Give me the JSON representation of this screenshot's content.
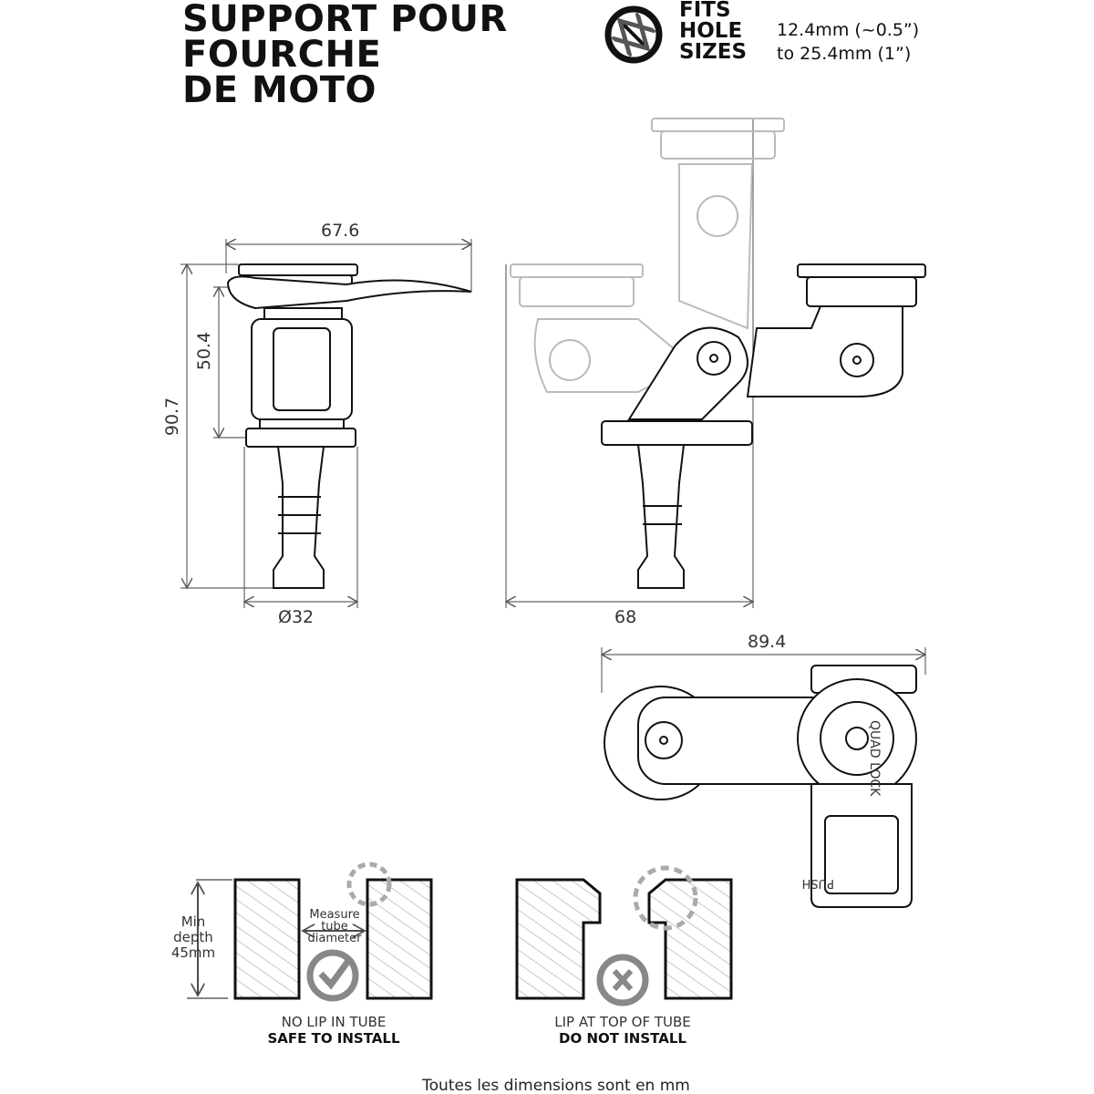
{
  "title": {
    "line1": "SUPPORT POUR",
    "line2": "FOURCHE",
    "line3": "DE MOTO"
  },
  "fits": {
    "line1": "FITS",
    "line2": "HOLE",
    "line3": "SIZES",
    "range1": "12.4mm (~0.5”)",
    "range2": "to 25.4mm (1”)",
    "icon": "diameter-arrow-icon"
  },
  "dimensions": {
    "width_top": "67.6",
    "height_body": "50.4",
    "height_total": "90.7",
    "diameter": "Ø32",
    "width_side": "68",
    "length_top": "89.4"
  },
  "product_labels": {
    "brand": "QUAD LOCK",
    "push": "PUSH"
  },
  "install": {
    "min_depth": [
      "Min",
      "depth",
      "45mm"
    ],
    "measure": [
      "Measure",
      "tube",
      "diameter"
    ],
    "good_line1": "NO LIP IN TUBE",
    "good_line2": "SAFE TO INSTALL",
    "bad_line1": "LIP AT TOP OF TUBE",
    "bad_line2": "DO NOT INSTALL"
  },
  "footer": "Toutes les dimensions sont en mm",
  "colors": {
    "ink": "#111111",
    "dim": "#555555",
    "ghost": "#bbbbbb",
    "hatch": "#c8c8c8",
    "badge": "#888888"
  }
}
